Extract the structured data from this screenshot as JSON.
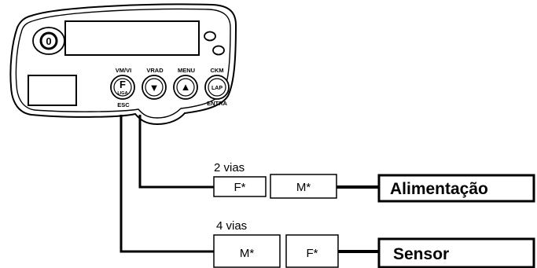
{
  "device": {
    "buttons": [
      {
        "top_label": "VM/VI",
        "glyph": "F",
        "sub_glyph": "LIGA",
        "bottom_label": "ESC",
        "icon": "function-key-icon"
      },
      {
        "top_label": "VRAD",
        "glyph": "▼",
        "sub_glyph": "",
        "bottom_label": "",
        "icon": "down-arrow-icon"
      },
      {
        "top_label": "MENU",
        "glyph": "▲",
        "sub_glyph": "",
        "bottom_label": "",
        "icon": "up-arrow-icon"
      },
      {
        "top_label": "CKM",
        "glyph": "LAP",
        "sub_glyph": "",
        "bottom_label": "ENTRA",
        "icon": "lap-key-icon"
      }
    ],
    "knob_glyph": "0"
  },
  "connections": [
    {
      "vias": "2 vias",
      "left_connector": "F*",
      "right_connector": "M*",
      "destination": "Alimentação"
    },
    {
      "vias": "4 vias",
      "left_connector": "M*",
      "right_connector": "F*",
      "destination": "Sensor"
    }
  ],
  "colors": {
    "line": "#000000",
    "background": "#ffffff"
  }
}
